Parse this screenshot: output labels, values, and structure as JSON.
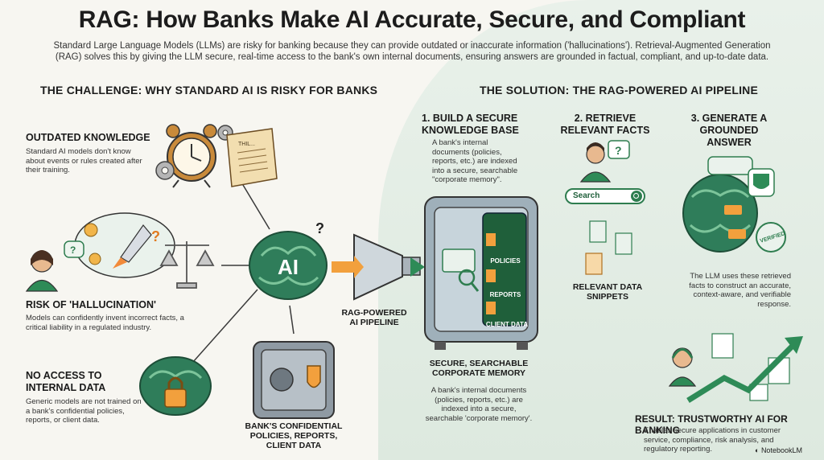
{
  "title": "RAG: How Banks Make AI Accurate, Secure, and Compliant",
  "subtitle": "Standard Large Language Models (LLMs) are risky for banking because they can provide outdated or inaccurate information ('hallucinations'). Retrieval-Augmented Generation (RAG) solves this by giving the LLM secure, real-time access to the bank's own internal documents, ensuring answers are grounded in factual, compliant, and up-to-date data.",
  "challenge": {
    "heading": "THE CHALLENGE: WHY STANDARD AI IS RISKY FOR BANKS",
    "items": [
      {
        "title": "OUTDATED KNOWLEDGE",
        "text": "Standard AI models don't know about events or rules created after their training."
      },
      {
        "title": "RISK OF 'HALLUCINATION'",
        "text": "Models can confidently invent incorrect facts, a critical liability in a regulated industry."
      },
      {
        "title": "NO ACCESS TO INTERNAL DATA",
        "text": "Generic models are not trained on a bank's confidential policies, reports, or client data."
      }
    ],
    "ai_label": "AI",
    "scroll_label": "THIL...",
    "vault_label": "BANK'S CONFIDENTIAL POLICIES, REPORTS, CLIENT DATA",
    "pipeline_label": "RAG-POWERED AI PIPELINE"
  },
  "solution": {
    "heading": "THE SOLUTION: THE RAG-POWERED AI PIPELINE",
    "steps": [
      {
        "title": "1. BUILD A SECURE KNOWLEDGE BASE",
        "text": "A bank's internal documents (policies, reports, etc.) are indexed into a secure, searchable \"corporate memory\"."
      },
      {
        "title": "2. RETRIEVE RELEVANT FACTS",
        "text": ""
      },
      {
        "title": "3. GENERATE A GROUNDED ANSWER",
        "text": "The LLM uses these retrieved facts to construct an accurate, context-aware, and verifiable response."
      }
    ],
    "vault_docs": [
      "POLICIES",
      "REPORTS",
      "CLIENT DATA"
    ],
    "memory_label": "SECURE, SEARCHABLE CORPORATE MEMORY",
    "memory_text": "A bank's internal documents (policies, reports, etc.) are indexed into a secure, searchable 'corporate memory'.",
    "search_label": "Search",
    "snippets_label": "RELEVANT DATA SNIPPETS",
    "verified_label": "VERIFIED",
    "result": {
      "title": "RESULT: TRUSTWORTHY AI FOR BANKING",
      "text": "Enables secure applications in customer service, compliance, risk analysis, and regulatory reporting."
    }
  },
  "branding": "NotebookLM",
  "colors": {
    "green_dark": "#1f6b45",
    "green": "#2e8b57",
    "green_light": "#7cc49a",
    "orange": "#f2a03d",
    "background": "#f7f6f1",
    "panel": "#e3eee5"
  }
}
